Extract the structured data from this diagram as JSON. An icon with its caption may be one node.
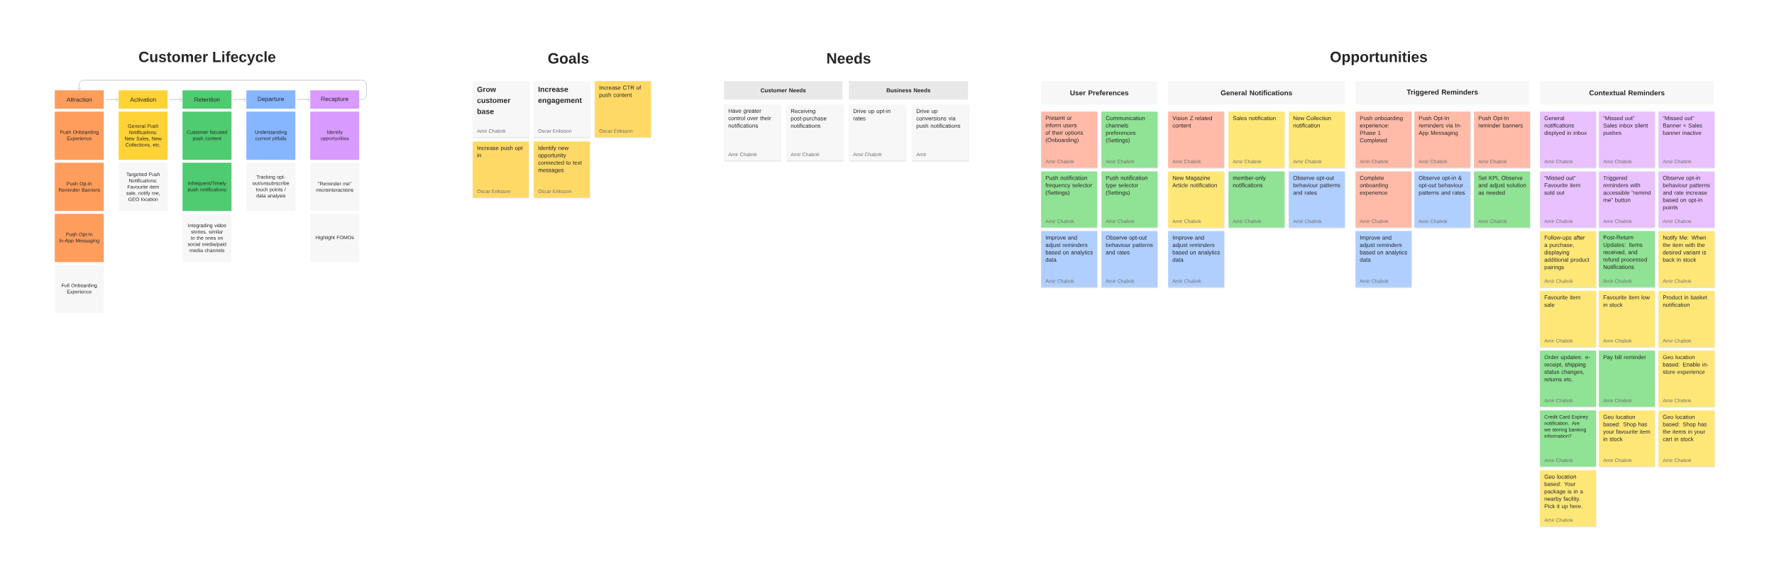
{
  "diagram": {
    "nodes": [
      {
        "text": [
          "Attraction"
        ]
      },
      {
        "text": [
          "Push Onboarding Experience"
        ]
      },
      {
        "text": [
          "Push Op-In Reminder Banners"
        ]
      },
      {
        "text": [
          "Push Opt-In In-App Messaging"
        ]
      },
      {
        "text": [
          "Full Onboarding Experience"
        ]
      },
      {
        "text": [
          "Activation"
        ]
      },
      {
        "text": [
          "General Push Notificaitons: New Sales, New Collections, etc."
        ]
      },
      {
        "text": [
          "Targetted Push Notificaitons: Favourite item sale, notify me, GEO location"
        ]
      },
      {
        "text": [
          "Retention"
        ]
      },
      {
        "text": [
          "Customer focused push content"
        ]
      },
      {
        "text": [
          "Infrequent/Timely push notifications"
        ]
      },
      {
        "text": [
          "Integrading video stories, similar to the ones on social media/paid media channels"
        ]
      },
      {
        "text": [
          "Departure"
        ]
      },
      {
        "text": [
          "Understanding current pitfalls"
        ]
      },
      {
        "text": [
          "Tracking opt-out/unsubrscribe touch points / data analysis"
        ]
      },
      {
        "text": [
          "Recapture"
        ]
      },
      {
        "text": [
          "Identify opportunities"
        ]
      },
      {
        "text": [
          "\"Reminder me\" microinteractions"
        ]
      },
      {
        "text": [
          "Highlight FOMOs"
        ]
      },
      {
        "text": [
          "Grow customer base",
          "Amir Chabok"
        ]
      },
      {
        "text": [
          "Increase engagement",
          "Oscar Eriksson"
        ]
      },
      {
        "text": [
          "Increase CTR of push content",
          "Oscar Eriksson"
        ]
      },
      {
        "text": [
          "Increase push opt in",
          "Oscar Eriksson"
        ]
      },
      {
        "text": [
          "Identify new opportunity connected to text messages",
          "Oscar Eriksson"
        ]
      },
      {
        "text": [
          "Customer Needs"
        ]
      },
      {
        "text": [
          "Business Needs"
        ]
      },
      {
        "text": [
          "Have greater control over their notifications",
          "Amir Chabok"
        ]
      },
      {
        "text": [
          "Receiving post-purchase notifications",
          "Amir Chabok"
        ]
      },
      {
        "text": [
          "Drive up opt-in rates",
          "Amir Chabok"
        ]
      },
      {
        "text": [
          "Drive up conversions via push notifications",
          "Amir"
        ]
      },
      {
        "text": [
          "User Preferences"
        ]
      },
      {
        "text": [
          "Present or inform users of their options (Onboarding)",
          "Amir Chabok"
        ]
      },
      {
        "text": [
          "Communication channels preferences (Settings)",
          "Amir Chabok"
        ]
      },
      {
        "text": [
          "Push notification frequency selector (Settings)",
          "Amir Chabok"
        ]
      },
      {
        "text": [
          "Push notification type selector (Settings)",
          "Amir Chabok"
        ]
      },
      {
        "text": [
          "Improve and adjust reminders based on analytics data",
          "Amir Chabok"
        ]
      },
      {
        "text": [
          "Observe opt-out behaviour patterns and rates",
          "Amir Chabok"
        ]
      },
      {
        "text": [
          "General Notifications"
        ]
      },
      {
        "text": [
          "Vision Z related content",
          "Amir Chabok"
        ]
      },
      {
        "text": [
          "Sales notification",
          "Amir Chabok"
        ]
      },
      {
        "text": [
          "New Collection notification",
          "Amir Chabok"
        ]
      },
      {
        "text": [
          "New Magazine Article notification",
          "Amir Chabok"
        ]
      },
      {
        "text": [
          "member-only notifications",
          "Amir Chabok"
        ]
      },
      {
        "text": [
          "Observe opt-out behaviour patterns and rates",
          "Amir Chabok"
        ]
      },
      {
        "text": [
          "Improve and adjust reminders based on analytics data",
          "Amir Chabok"
        ]
      },
      {
        "text": [
          "Triggered Reminders"
        ]
      },
      {
        "text": [
          "Push onboarding experience: Phase 1 Completed",
          "Amir Chabok"
        ]
      },
      {
        "text": [
          "Push Opt-In reminders via In-App Messaging",
          "Amir Chabok"
        ]
      },
      {
        "text": [
          "Push Opt-In reminder banners",
          "Amir Chabok"
        ]
      },
      {
        "text": [
          "Complete onboarding experience",
          "Amir Chabok"
        ]
      },
      {
        "text": [
          "Observe opt-in & opt-out behaviour patterns and rates",
          "Amir Chabok"
        ]
      },
      {
        "text": [
          "Set KPI, Observe and adjust solution as needed",
          "Amir Chabok"
        ]
      },
      {
        "text": [
          "Improve and adjust reminders based on analytics data",
          "Amir Chabok"
        ]
      },
      {
        "text": [
          "Contextual Reminders"
        ]
      },
      {
        "text": [
          "General notifications displyed in inbox",
          "Amir Chabok"
        ]
      },
      {
        "text": [
          "“Missed out” Sales inbox silent pushes",
          "Amir Chabok"
        ]
      },
      {
        "text": [
          "“Missed out” Banner + Sales banner inactive",
          "Amir Chabok"
        ]
      },
      {
        "text": [
          "“Missed out” Favourite item sold out",
          "Amir Chabok"
        ]
      },
      {
        "text": [
          "Triggered reminders with accessible “remind me” button",
          "Amir Chabok"
        ]
      },
      {
        "text": [
          "Observe opt-in behaviour patterns and rate increase based on opt-in points",
          "Amir Chabok"
        ]
      },
      {
        "text": [
          "Follow-ups after a purchase, displaying additional product pairings",
          "Amir Chabok"
        ]
      },
      {
        "text": [
          "Post-Return Updates: Items received, and refund processed Notifications",
          "Amir Chabok"
        ]
      },
      {
        "text": [
          "Notify Me: When the item with the desired variant is back in stock",
          "Amir Chabok"
        ]
      },
      {
        "text": [
          "Favourite item sale",
          "Amir Chabok"
        ]
      },
      {
        "text": [
          "Favourite item low in stock",
          "Amir Chabok"
        ]
      },
      {
        "text": [
          "Product in basket notification",
          "Amir Chabok"
        ]
      },
      {
        "text": [
          "Order updates: e-receipt, shipping status changes, returns etc.",
          "Amir Chabok"
        ]
      },
      {
        "text": [
          "Pay bill reminder",
          "Amir Chabok"
        ]
      },
      {
        "text": [
          "Geo location based: Enable in-store experience",
          "Amir Chabok"
        ]
      },
      {
        "text": [
          "Credit Card Expirey notification. Are we storing banking information?",
          "Amir Chabok"
        ]
      },
      {
        "text": [
          "Geo location based: Shop has your favourite item in stock",
          "Amir Chabok"
        ]
      },
      {
        "text": [
          "Geo location based: Shop has the items in your cart in stock",
          "Amir Chabok"
        ]
      },
      {
        "text": [
          "Geo location based: Your package is in a nearby facility. Pick it up here.",
          "Amir Chabok"
        ]
      }
    ],
    "edges": [
      {
        "from": 0,
        "to": 5,
        "arrow": "to"
      },
      {
        "from": 5,
        "to": 8,
        "arrow": "to"
      },
      {
        "from": 8,
        "to": 12,
        "arrow": "to"
      },
      {
        "from": 12,
        "to": 15,
        "arrow": "to"
      },
      {
        "from": 15,
        "to": 0,
        "arrow": "to"
      }
    ],
    "labels": [
      "Customer Lifecycle",
      "Goals",
      "Needs",
      "Opportunities"
    ]
  }
}
